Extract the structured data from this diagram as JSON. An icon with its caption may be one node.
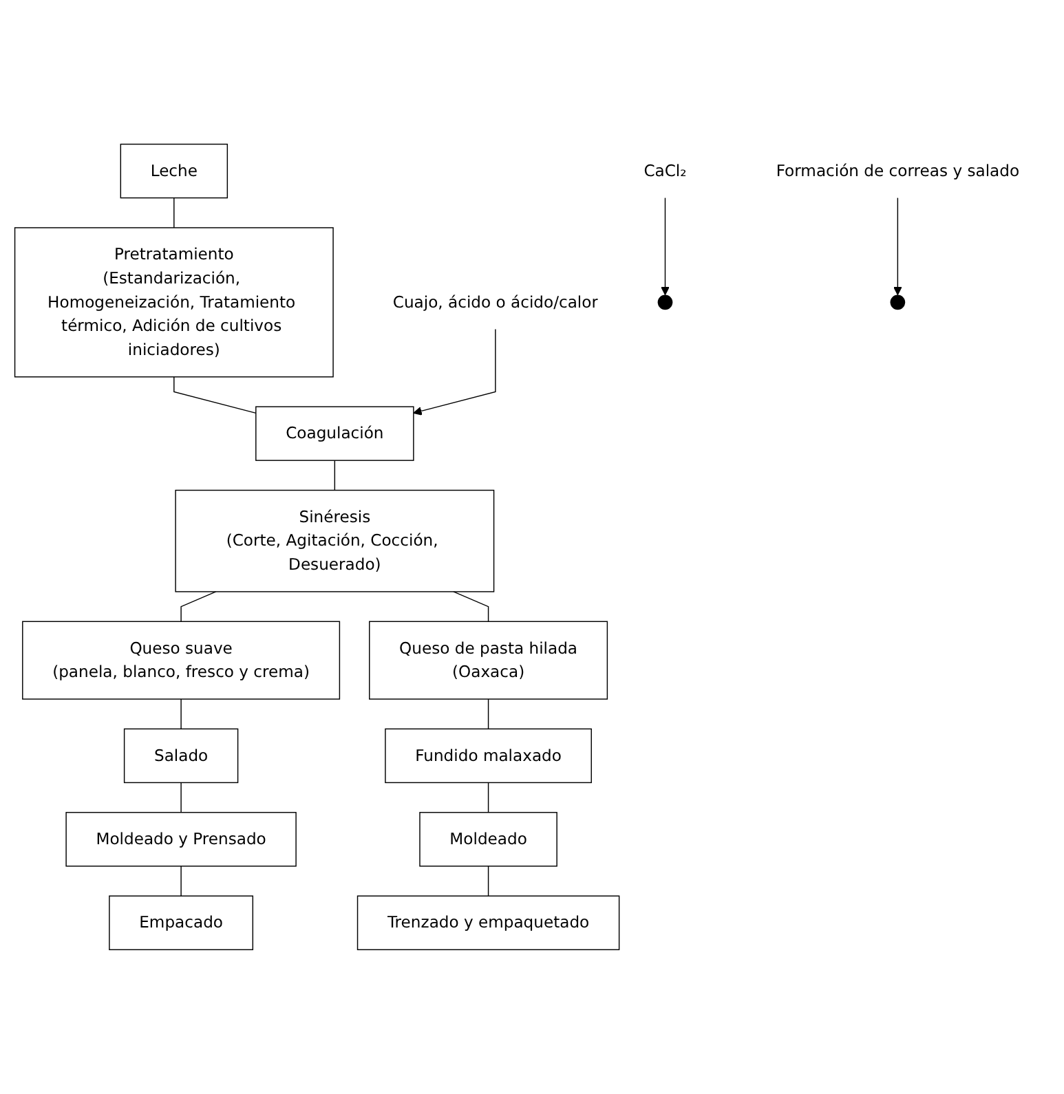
{
  "diagram": {
    "nodes": [
      {
        "text": [
          "Leche"
        ]
      },
      {
        "text": [
          "Pretratamiento",
          "(Estandarización, Homogeneización, Tratamiento térmico, Adición de cultivos iniciadores)"
        ]
      },
      {
        "text": [
          "CaCl₂"
        ]
      },
      {
        "text": [
          "Cuajo, ácido o ácido/calor"
        ]
      },
      {
        "text": [
          "Coagulación"
        ]
      },
      {
        "text": [
          "Sinéresis",
          "(Corte, Agitación, Cocción, Desuerado)"
        ]
      },
      {
        "text": [
          "Queso suave",
          "(panela, blanco, fresco y crema)"
        ]
      },
      {
        "text": [
          "Queso de pasta hilada",
          "(Oaxaca)"
        ]
      },
      {
        "text": [
          "Salado"
        ]
      },
      {
        "text": [
          "Fundido malaxado"
        ]
      },
      {
        "text": [
          "Moldeado y Prensado"
        ]
      },
      {
        "text": [
          "Moldeado"
        ]
      },
      {
        "text": [
          "Formación de correas y salado"
        ]
      },
      {
        "text": [
          "Empacado"
        ]
      },
      {
        "text": [
          "Trenzado y empaquetado"
        ]
      }
    ],
    "edges": [
      {
        "from": 0,
        "to": 1,
        "arrow": "none"
      },
      {
        "from": 1,
        "to": 4,
        "arrow": "none"
      },
      {
        "from": 2,
        "to": null,
        "arrow": "to"
      },
      {
        "from": 3,
        "to": 4,
        "arrow": "to"
      },
      {
        "from": 4,
        "to": 5,
        "arrow": "none"
      },
      {
        "from": 5,
        "to": 6,
        "arrow": "none"
      },
      {
        "from": 5,
        "to": 7,
        "arrow": "none"
      },
      {
        "from": 6,
        "to": 8,
        "arrow": "none"
      },
      {
        "from": 8,
        "to": 10,
        "arrow": "none"
      },
      {
        "from": 10,
        "to": 13,
        "arrow": "none"
      },
      {
        "from": 7,
        "to": 9,
        "arrow": "none"
      },
      {
        "from": 9,
        "to": 11,
        "arrow": "none"
      },
      {
        "from": 11,
        "to": 14,
        "arrow": "none"
      },
      {
        "from": 12,
        "to": null,
        "arrow": "to"
      }
    ]
  }
}
